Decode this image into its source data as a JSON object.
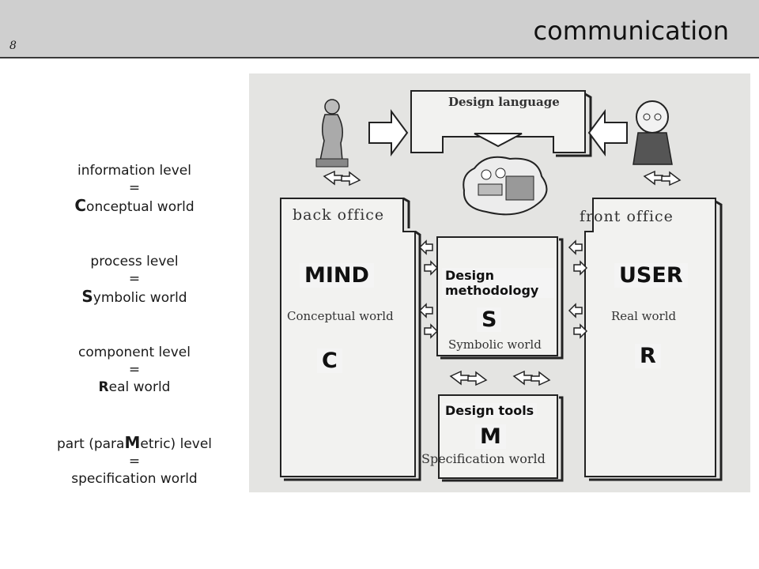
{
  "header": {
    "title": "communication",
    "page_number": "8"
  },
  "levels": [
    {
      "line1": "information level",
      "eq": "=",
      "cap": "C",
      "rest": "onceptual world"
    },
    {
      "line1": "process level",
      "eq": "=",
      "cap": "S",
      "rest": "ymbolic world"
    },
    {
      "line1": "component level",
      "eq": "=",
      "cap": "R",
      "rest": "eal world"
    },
    {
      "line1_pre": "part (para",
      "line1_cap": "M",
      "line1_post": "etric) level",
      "eq": "=",
      "line3": "specification world"
    }
  ],
  "diagram": {
    "design_language": "Design language",
    "back_office": "back office",
    "front_office": "front office",
    "mind": "MIND",
    "user": "USER",
    "conceptual_world": "Conceptual world",
    "real_world": "Real world",
    "c": "C",
    "r": "R",
    "design_methodology": "Design methodology",
    "s": "S",
    "symbolic_world": "Symbolic world",
    "design_tools": "Design tools",
    "m": "M",
    "specification_world": "Specification world"
  }
}
